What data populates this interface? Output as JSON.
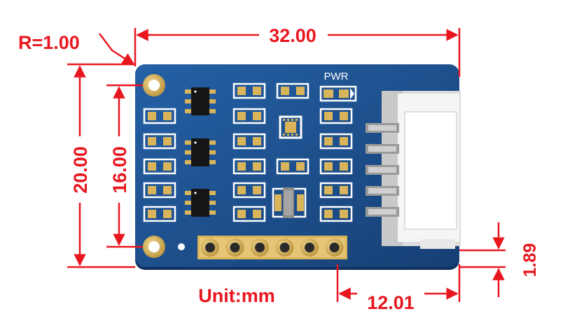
{
  "dimensions": {
    "radius_label": "R=1.00",
    "width_label": "32.00",
    "height_label": "20.00",
    "hole_spacing_label": "16.00",
    "connector_offset_label": "12.01",
    "connector_edge_label": "1.89",
    "unit_label": "Unit:mm"
  },
  "board": {
    "silkscreen_label": "PWR"
  },
  "colors": {
    "dimension": "#e8171f",
    "pcb": "#1b4f8e",
    "pad_gold": "#d9b45a",
    "connector": "#f1f1f1"
  }
}
